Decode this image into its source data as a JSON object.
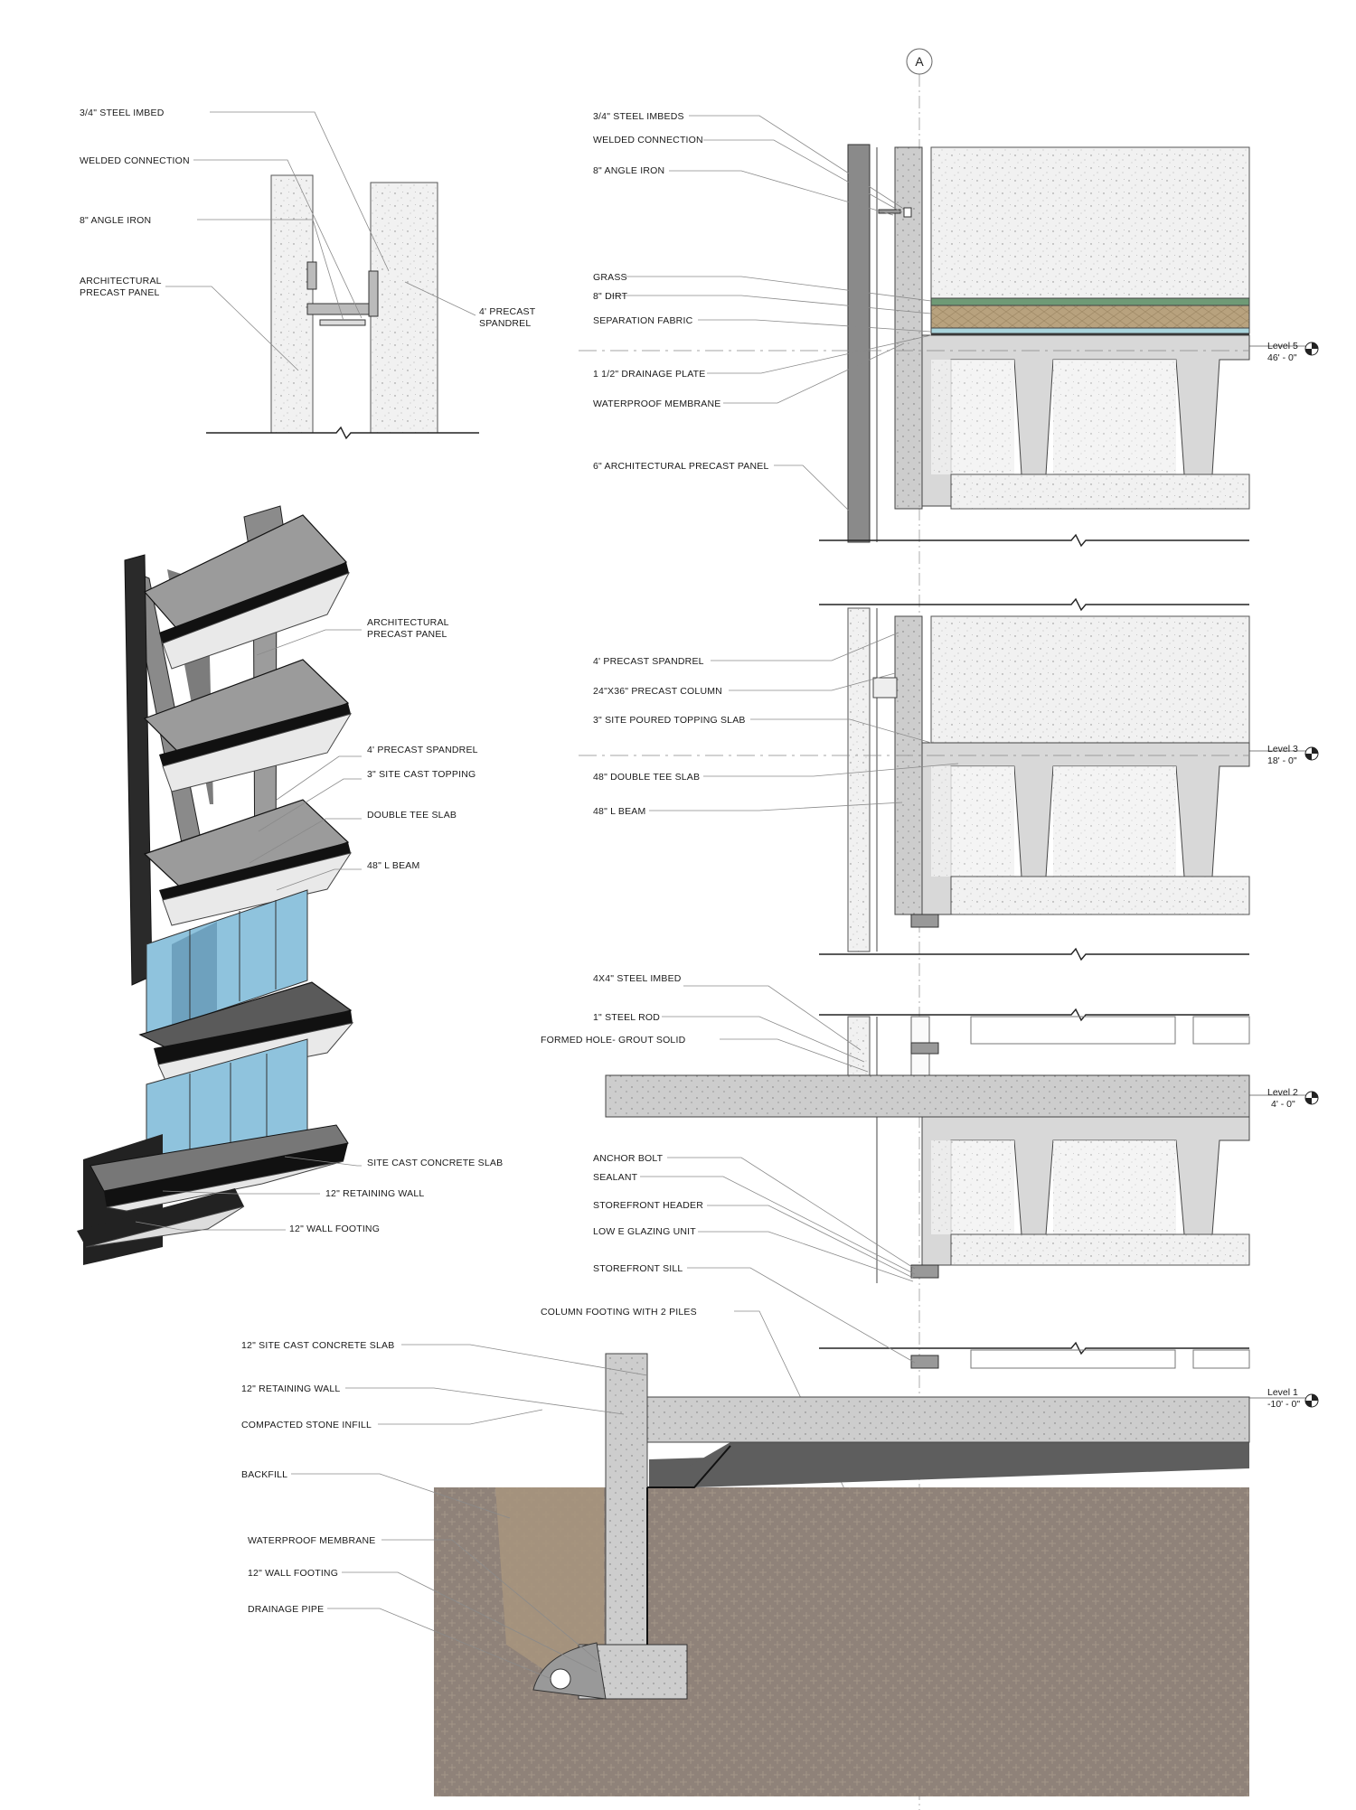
{
  "grid": {
    "bubble": "A"
  },
  "labels": {
    "top_left": {
      "steel_imbed": "3/4\" STEEL IMBED",
      "welded": "WELDED CONNECTION",
      "angle": "8\" ANGLE IRON",
      "arch1": "ARCHITECTURAL",
      "arch2": "PRECAST PANEL",
      "spandrel1": "4' PRECAST",
      "spandrel2": "SPANDREL"
    },
    "axon": {
      "arch1": "ARCHITECTURAL",
      "arch2": "PRECAST PANEL",
      "spandrel": "4' PRECAST SPANDREL",
      "topping": "3\" SITE CAST TOPPING",
      "dtee": "DOUBLE TEE SLAB",
      "lbeam": "48\" L BEAM",
      "slab": "SITE CAST CONCRETE SLAB",
      "retaining": "12\" RETAINING WALL",
      "footing": "12\" WALL FOOTING"
    },
    "roof": {
      "imbeds": "3/4\" STEEL IMBEDS",
      "welded": "WELDED CONNECTION",
      "angle": "8\" ANGLE IRON",
      "grass": "GRASS",
      "dirt": "8\" DIRT",
      "fabric": "SEPARATION FABRIC",
      "drain": "1 1/2\" DRAINAGE PLATE",
      "membrane": "WATERPROOF MEMBRANE",
      "panel": "6\" ARCHITECTURAL PRECAST PANEL"
    },
    "mid": {
      "spandrel": "4' PRECAST SPANDREL",
      "column": "24\"X36\" PRECAST COLUMN",
      "topping": "3\" SITE POURED TOPPING SLAB",
      "dtee": "48\" DOUBLE TEE SLAB",
      "lbeam": "48\" L BEAM"
    },
    "l2": {
      "imbed": "4X4\" STEEL IMBED",
      "rod": "1\" STEEL ROD",
      "hole": "FORMED HOLE- GROUT SOLID",
      "anchor": "ANCHOR BOLT",
      "sealant": "SEALANT",
      "header": "STOREFRONT HEADER",
      "glazing": "LOW E GLAZING UNIT",
      "sill": "STOREFRONT SILL",
      "colfoot": "COLUMN FOOTING WITH 2 PILES"
    },
    "base": {
      "slab": "12\" SITE CAST CONCRETE SLAB",
      "wall": "12\" RETAINING WALL",
      "stone": "COMPACTED STONE INFILL",
      "backfill": "BACKFILL",
      "membrane": "WATERPROOF MEMBRANE",
      "footing": "12\" WALL FOOTING",
      "pipe": "DRAINAGE PIPE"
    }
  },
  "levels": [
    {
      "name": "Level 5",
      "elev": "46' - 0\""
    },
    {
      "name": "Level 3",
      "elev": "18' - 0\""
    },
    {
      "name": "Level 2",
      "elev": "4' - 0\""
    },
    {
      "name": "Level 1",
      "elev": "-10' - 0\""
    }
  ],
  "colors": {
    "concrete": "#ececec",
    "concrete_dark": "#c8c8c8",
    "panel_dark": "#8a8a8a",
    "grass": "#6f9a76",
    "dirt": "#b8a27e",
    "drain": "#a9d4dc",
    "earth": "#8f8279",
    "stone": "#5e5e5e",
    "backfill": "#a8957e",
    "glass": "#8fc3dd"
  }
}
